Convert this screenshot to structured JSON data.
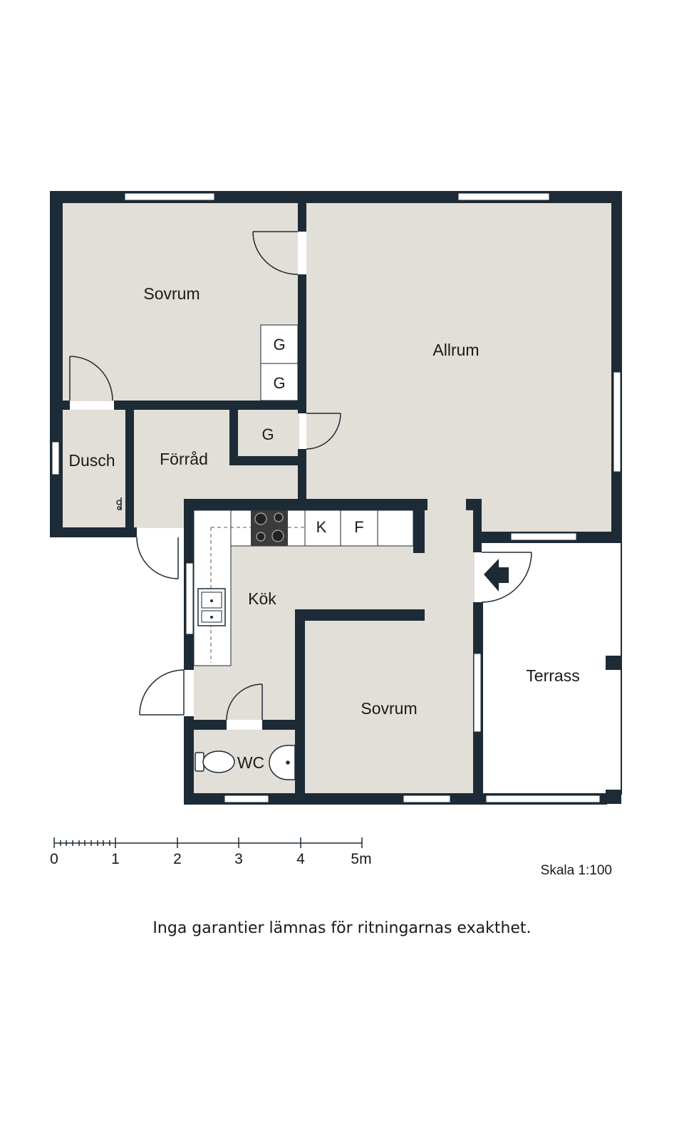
{
  "rooms": {
    "sovrum_top": "Sovrum",
    "allrum": "Allrum",
    "dusch": "Dusch",
    "forrad": "Förråd",
    "kok": "Kök",
    "sovrum_bottom": "Sovrum",
    "wc": "WC",
    "terrass": "Terrass"
  },
  "fixtures": {
    "wardrobe_1": "G",
    "wardrobe_2": "G",
    "wardrobe_3": "G",
    "fridge": "K",
    "freezer": "F"
  },
  "scale_bar": {
    "ticks": [
      "0",
      "1",
      "2",
      "3",
      "4",
      "5m"
    ],
    "scale_text": "Skala 1:100"
  },
  "disclaimer": "Inga garantier lämnas för ritningarnas exakthet.",
  "colors": {
    "wall": "#1c2b36",
    "floor": "#e2dfd8",
    "terrace": "#ffffff"
  }
}
